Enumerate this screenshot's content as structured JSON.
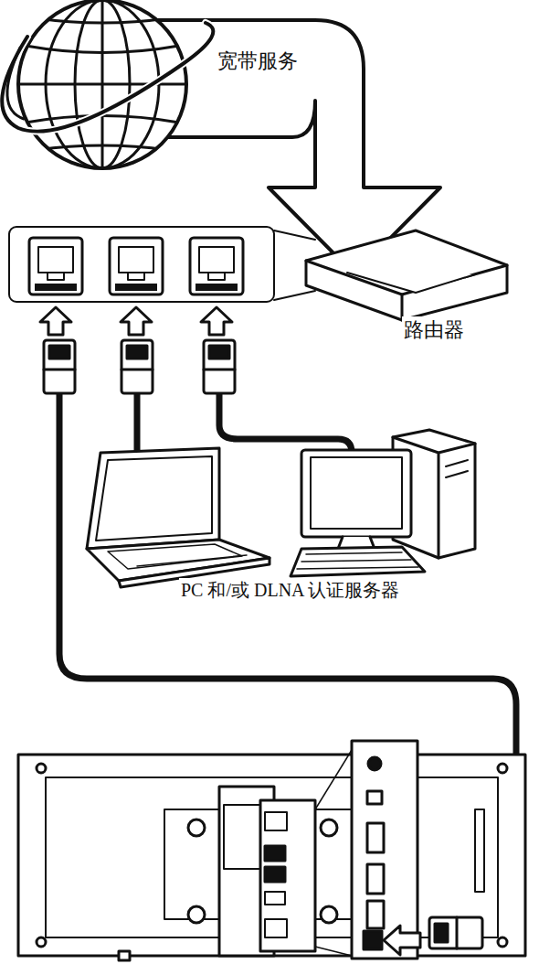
{
  "diagram": {
    "labels": [
      "宽带服务",
      "路由器",
      "PC 和/或 DLNA 认证服务器"
    ]
  }
}
